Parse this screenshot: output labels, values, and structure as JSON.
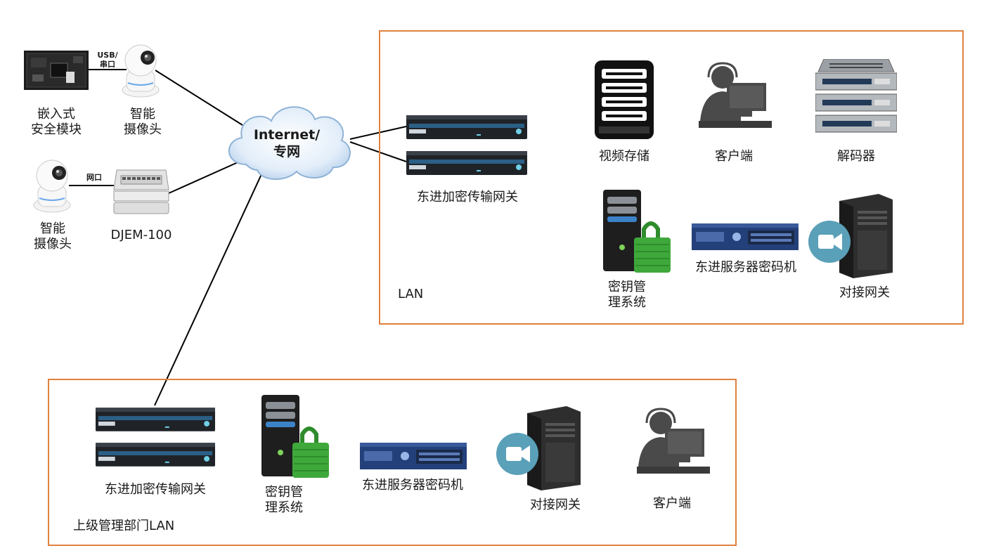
{
  "cloud": {
    "line1": "Internet/",
    "line2": "专网"
  },
  "left": {
    "embedded_module": {
      "line1": "嵌入式",
      "line2": "安全模块"
    },
    "camera_top": {
      "line1": "智能",
      "line2": "摄像头"
    },
    "usb_label": {
      "line1": "USB/",
      "line2": "串口"
    },
    "camera_bottom": {
      "line1": "智能",
      "line2": "摄像头"
    },
    "net_port_label": "网口",
    "djem": "DJEM-100"
  },
  "lan_box": {
    "title": "LAN",
    "gateway": "东进加密传输网关",
    "video_storage": "视频存储",
    "client": "客户端",
    "decoder": "解码器",
    "kms": {
      "line1": "密钥管",
      "line2": "理系统"
    },
    "server_crypto": "东进服务器密码机",
    "interface_gateway": "对接网关"
  },
  "upper_box": {
    "title": "上级管理部门LAN",
    "gateway": "东进加密传输网关",
    "kms": {
      "line1": "密钥管",
      "line2": "理系统"
    },
    "server_crypto": "东进服务器密码机",
    "interface_gateway": "对接网关",
    "client": "客户端"
  },
  "colors": {
    "box_border": "#e0813f",
    "cloud_fill": "#dbe9f7",
    "cloud_stroke": "#8fb3d6",
    "lock_green": "#3ea83a",
    "camera_badge": "#5aa0b8"
  }
}
